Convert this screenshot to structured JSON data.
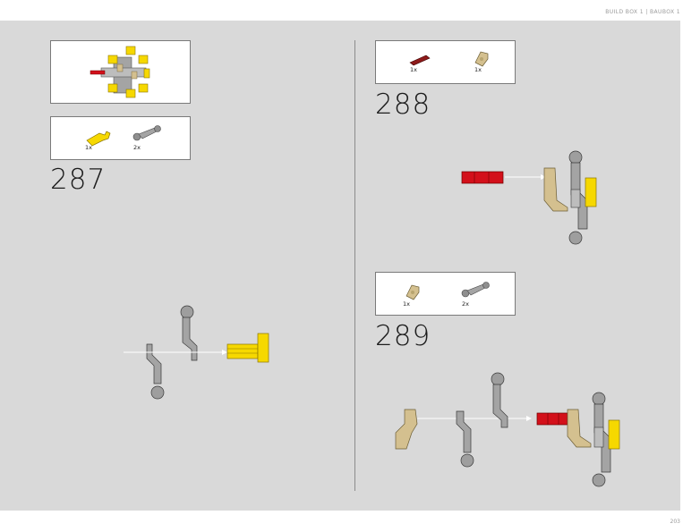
{
  "header": {
    "title": "BUILD BOX 1  |  BAUBOX 1"
  },
  "footer": {
    "page_number": "203"
  },
  "steps": [
    {
      "number": "287",
      "parts": [
        {
          "qty": "1x"
        },
        {
          "qty": "2x"
        }
      ]
    },
    {
      "number": "288",
      "parts": [
        {
          "qty": "1x"
        },
        {
          "qty": "1x"
        }
      ]
    },
    {
      "number": "289",
      "parts": [
        {
          "qty": "1x"
        },
        {
          "qty": "2x"
        }
      ]
    }
  ],
  "colors": {
    "background": "#d9d9d9",
    "yellow": "#f6d800",
    "red": "#d3101a",
    "dark_red": "#8e1a1a",
    "tan": "#d4c08f",
    "grey": "#a4a4a4",
    "dark_grey": "#4a4a4a"
  },
  "icons": [
    "yellow-axle-connector-icon",
    "grey-ball-joint-pin-icon",
    "dark-red-axle-icon",
    "tan-angled-connector-icon"
  ]
}
